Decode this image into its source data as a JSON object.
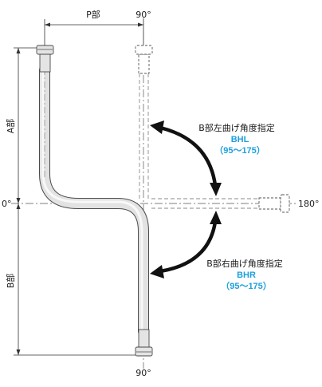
{
  "labels": {
    "p_section": "P部",
    "a_section": "A部",
    "b_section": "B部",
    "angle_top": "90°",
    "angle_bottom": "90°",
    "angle_zero": "0°",
    "angle_right": "180°"
  },
  "left_bend": {
    "title": "B部左曲げ角度指定",
    "code": "BHL",
    "range": "（95～175）"
  },
  "right_bend": {
    "title": "B部右曲げ角度指定",
    "code": "BHR",
    "range": "（95～175）"
  },
  "colors": {
    "pipe_fill": "#e2e2e2",
    "pipe_edge": "#4a4a4a",
    "arrow": "#111111",
    "accent_blue": "#1ea0dc"
  }
}
